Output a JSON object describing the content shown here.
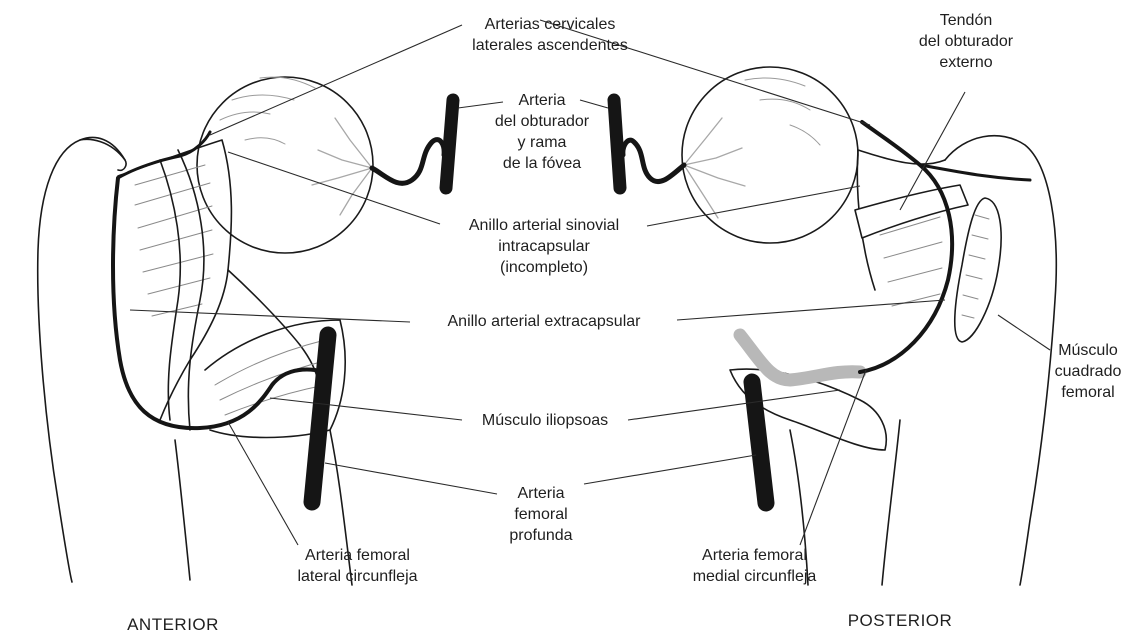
{
  "colors": {
    "background": "#ffffff",
    "ink": "#1a1a1a",
    "artery": "#151515",
    "gray_artery": "#b8b8b8"
  },
  "labels": {
    "cervicales": [
      "Arterias cervicales",
      "laterales ascendentes"
    ],
    "tendon": [
      "Tendón",
      "del obturador",
      "externo"
    ],
    "obturador": [
      "Arteria",
      "del obturador",
      "y rama",
      "de la fóvea"
    ],
    "sinovial": [
      "Anillo arterial sinovial",
      "intracapsular",
      "(incompleto)"
    ],
    "extracapsular": [
      "Anillo arterial extracapsular"
    ],
    "cuadrado": [
      "Músculo",
      "cuadrado",
      "femoral"
    ],
    "iliopsoas": [
      "Músculo iliopsoas"
    ],
    "profunda": [
      "Arteria",
      "femoral",
      "profunda"
    ],
    "lateral_circ": [
      "Arteria femoral",
      "lateral circunfleja"
    ],
    "medial_circ": [
      "Arteria femoral",
      "medial circunfleja"
    ]
  },
  "views": {
    "anterior": "ANTERIOR",
    "posterior": "POSTERIOR"
  }
}
